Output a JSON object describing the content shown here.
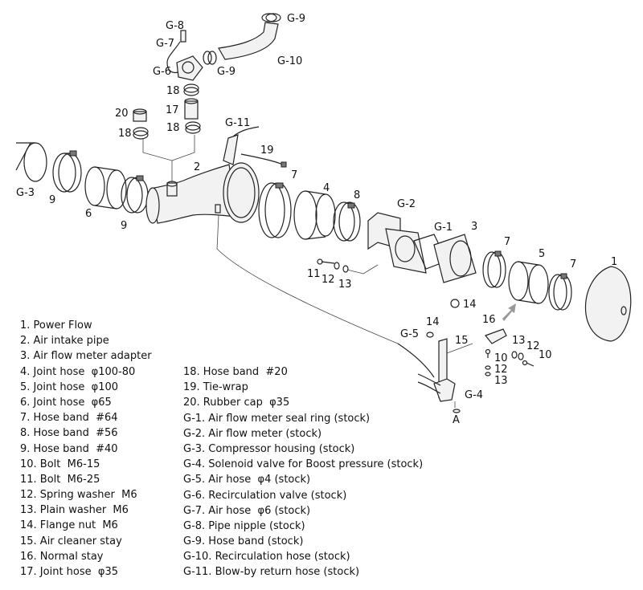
{
  "callouts": {
    "c1": "1",
    "c2": "2",
    "c3a": "3",
    "c4": "4",
    "c5": "5",
    "c6": "6",
    "c7a": "7",
    "c7b": "7",
    "c7c": "7",
    "c8": "8",
    "c9a": "9",
    "c9b": "9",
    "c10a": "10",
    "c10b": "10",
    "c11": "11",
    "c12a": "12",
    "c12b": "12",
    "c12c": "12",
    "c13a": "13",
    "c13b": "13",
    "c13c": "13",
    "c14a": "14",
    "c14b": "14",
    "c15": "15",
    "c16": "16",
    "c17": "17",
    "c18a": "18",
    "c18b": "18",
    "c18c": "18",
    "c19": "19",
    "c20": "20",
    "g1": "G-1",
    "g2": "G-2",
    "g3": "G-3",
    "g4": "G-4",
    "g5": "G-5",
    "g6": "G-6",
    "g7": "G-7",
    "g8": "G-8",
    "g9a": "G-9",
    "g9b": "G-9",
    "g10": "G-10",
    "g11": "G-11",
    "a": "A"
  },
  "legend_left": [
    "1. Power Flow",
    "2. Air intake pipe",
    "3. Air flow meter adapter",
    "4. Joint hose  φ100-80",
    "5. Joint hose  φ100",
    "6. Joint hose  φ65",
    "7. Hose band  #64",
    "8. Hose band  #56",
    "9. Hose band  #40",
    "10. Bolt  M6-15",
    "11. Bolt  M6-25",
    "12. Spring washer  M6",
    "13. Plain washer  M6",
    "14. Flange nut  M6",
    "15. Air cleaner stay",
    "16. Normal stay",
    "17. Joint hose  φ35"
  ],
  "legend_right": [
    "18. Hose band  #20",
    "19. Tie-wrap",
    "20. Rubber cap  φ35",
    "G-1. Air flow meter seal ring (stock)",
    "G-2. Air flow meter (stock)",
    "G-3. Compressor housing (stock)",
    "G-4. Solenoid valve for Boost pressure (stock)",
    "G-5. Air hose  φ4 (stock)",
    "G-6. Recirculation valve (stock)",
    "G-7. Air hose  φ6 (stock)",
    "G-8. Pipe nipple (stock)",
    "G-9. Hose band (stock)",
    "G-10. Recirculation hose (stock)",
    "G-11. Blow-by return hose (stock)"
  ]
}
